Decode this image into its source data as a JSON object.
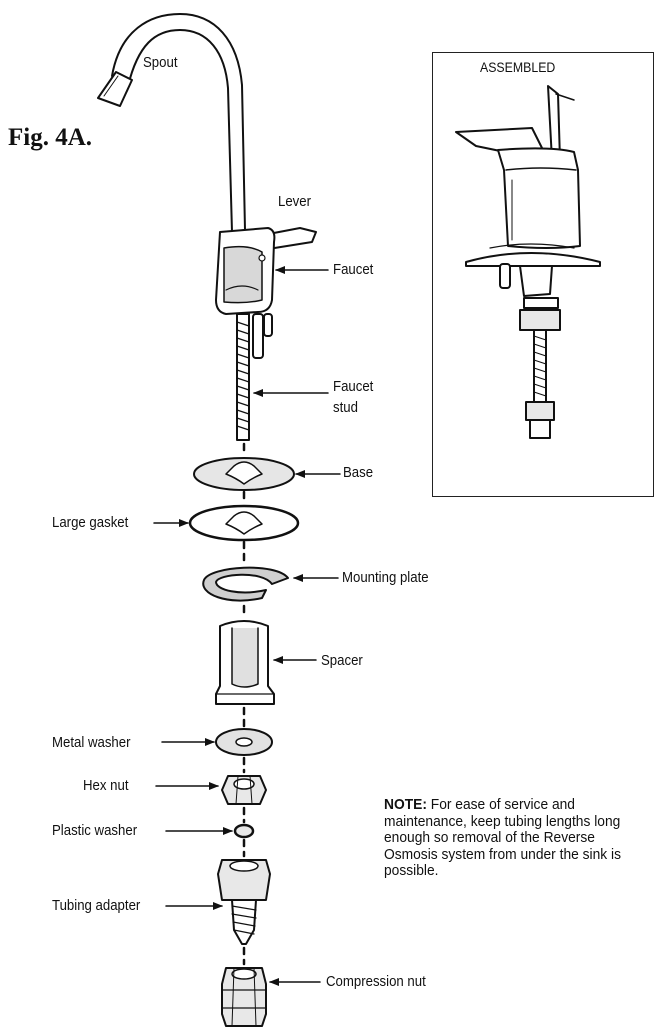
{
  "figure_label": "Fig. 4A.",
  "assembled_label": "ASSEMBLED",
  "parts": {
    "spout": "Spout",
    "lever": "Lever",
    "faucet": "Faucet",
    "faucet_stud_line1": "Faucet",
    "faucet_stud_line2": "stud",
    "base": "Base",
    "large_gasket": "Large gasket",
    "mounting_plate": "Mounting plate",
    "spacer": "Spacer",
    "metal_washer": "Metal washer",
    "hex_nut": "Hex nut",
    "plastic_washer": "Plastic washer",
    "tubing_adapter": "Tubing adapter",
    "compression_nut": "Compression nut"
  },
  "note": {
    "heading": "NOTE:",
    "text": " For ease of service and maintenance, keep tubing lengths long enough so removal of the Reverse Osmosis system from under the sink is possible."
  }
}
